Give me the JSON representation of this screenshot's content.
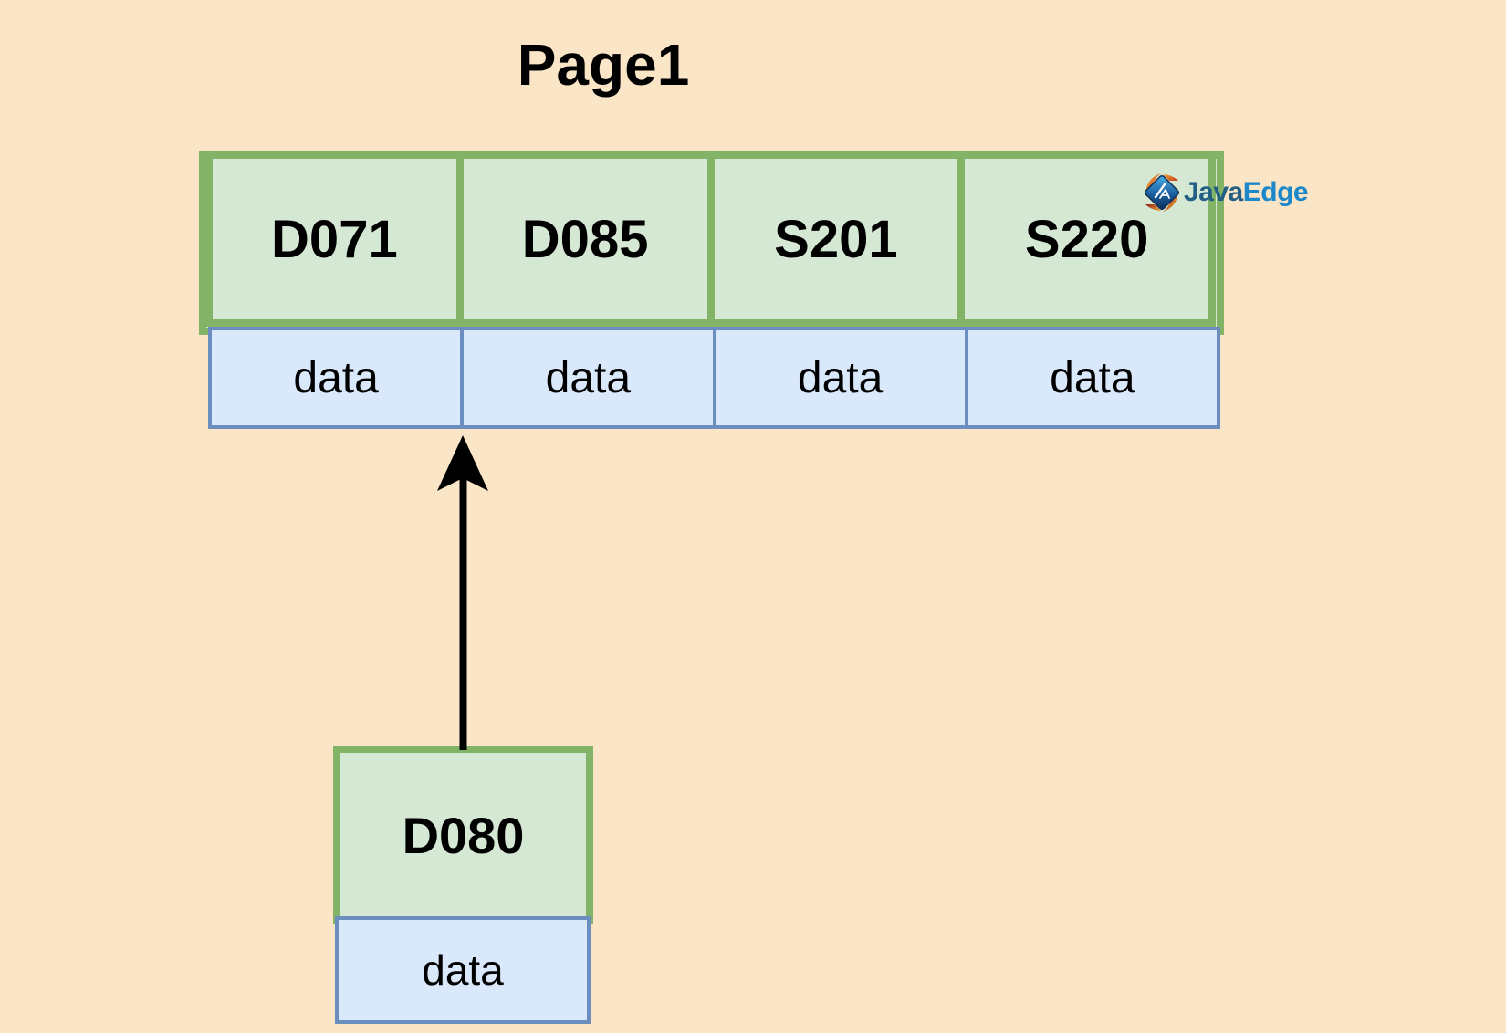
{
  "title": "Page1",
  "table": {
    "columns": [
      {
        "key": "D071",
        "value": "data"
      },
      {
        "key": "D085",
        "value": "data"
      },
      {
        "key": "S201",
        "value": "data"
      },
      {
        "key": "S220",
        "value": "data"
      }
    ]
  },
  "detached_node": {
    "key": "D080",
    "value": "data"
  },
  "logo": {
    "name": "JavaEdge",
    "part1": "Java",
    "part2": "Edge"
  },
  "colors": {
    "background": "#FBE5C7",
    "slot_fill": "#D5E8D4",
    "slot_border": "#82B366",
    "data_fill": "#DAE8FC",
    "data_border": "#6C8EBF",
    "arrow": "#000000",
    "logo_java": "#235E84",
    "logo_edge": "#1C87C9",
    "text": "#000000"
  }
}
